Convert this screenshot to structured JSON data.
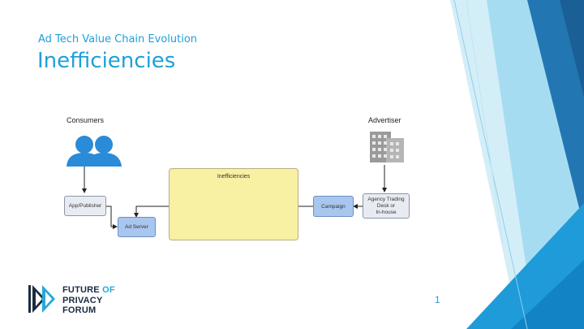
{
  "slide": {
    "subtitle": "Ad Tech Value Chain Evolution",
    "title": "Inefficiencies",
    "page_number": "1"
  },
  "diagram": {
    "consumers_label": "Consumers",
    "advertiser_label": "Advertiser",
    "inefficiencies_label": "Inefficiencies",
    "app_publisher": "App/Publisher",
    "ad_server": "Ad Server",
    "campaign": "Campaign",
    "agency_line1": "Agency Trading",
    "agency_line2": "Desk  or",
    "agency_line3": "In-house"
  },
  "logo": {
    "line1_a": "FUTURE",
    "line1_b": "OF",
    "line2": "PRIVACY",
    "line3": "FORUM"
  },
  "colors": {
    "accent": "#1ea0d8",
    "user_icon": "#2a8bd8",
    "yellow_box": "#f8f0a2",
    "blue_box": "#a9c6ef"
  }
}
